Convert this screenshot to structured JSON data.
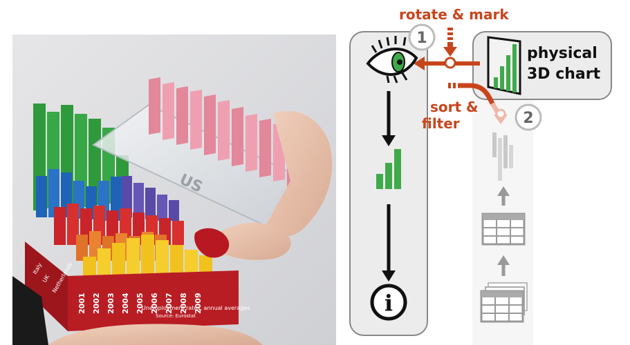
{
  "photo": {
    "years": [
      "2001",
      "2002",
      "2003",
      "2004",
      "2005",
      "2006",
      "2007",
      "2008",
      "2009"
    ],
    "caption_line1": "Unemployment rates, annual averages",
    "caption_line2": "Source: Eurostat",
    "lens_text": "US",
    "side_labels": [
      "Italy",
      "UK",
      "Netherlands"
    ]
  },
  "diagram": {
    "step1_label": "rotate & mark",
    "step1_number": "1",
    "step2_label_line1": "sort &",
    "step2_label_line2": "filter",
    "step2_number": "2",
    "physical_chart_line1": "physical",
    "physical_chart_line2": "3D chart",
    "info_glyph": "i",
    "colors": {
      "accent": "#c8451c",
      "accent_light": "#efb8a6",
      "green": "#3faa4a",
      "panel_fill": "#ececec",
      "panel_stroke": "#888888",
      "faded": "#c8c8c8"
    }
  }
}
